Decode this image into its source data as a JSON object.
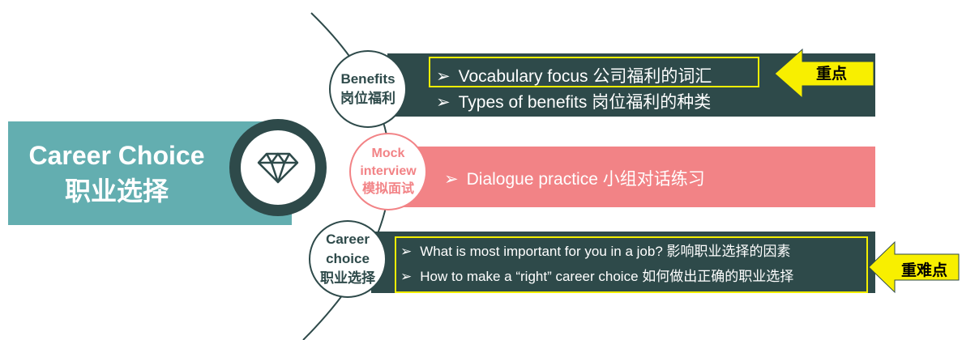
{
  "title": {
    "english": "Career Choice",
    "chinese": "职业选择"
  },
  "center_icon": "diamond-icon",
  "sections": [
    {
      "circle_lines": [
        "Benefits",
        "岗位福利"
      ],
      "items": [
        "Vocabulary focus 公司福利的词汇",
        "Types of benefits 岗位福利的种类"
      ],
      "tag": "重点"
    },
    {
      "circle_lines": [
        "Mock",
        "interview",
        "模拟面试"
      ],
      "items": [
        "Dialogue practice 小组对话练习"
      ]
    },
    {
      "circle_lines": [
        "Career",
        "choice",
        "职业选择"
      ],
      "items": [
        "What is most important for you in a job? 影响职业选择的因素",
        "How to make a “right” career choice 如何做出正确的职业选择"
      ],
      "tag": "重难点"
    }
  ],
  "colors": {
    "teal": "#63aeb0",
    "dark": "#2e4a4a",
    "pink": "#f28386",
    "highlight": "#f2ee00"
  }
}
